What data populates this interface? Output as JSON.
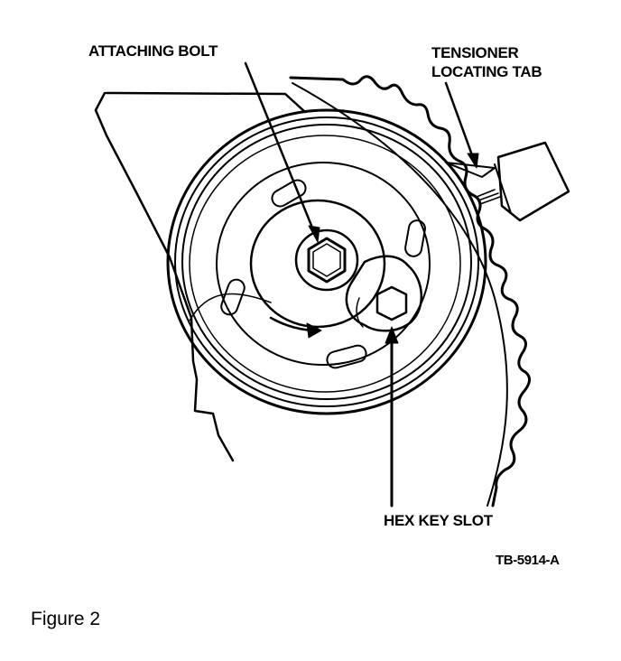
{
  "callouts": {
    "attaching_bolt": "ATTACHING BOLT",
    "tensioner_line1": "TENSIONER",
    "tensioner_line2": "LOCATING TAB",
    "hex_key_slot": "HEX KEY SLOT"
  },
  "figure_code": "TB-5914-A",
  "caption": "Figure 2",
  "colors": {
    "ink": "#000000",
    "paper": "#ffffff"
  }
}
